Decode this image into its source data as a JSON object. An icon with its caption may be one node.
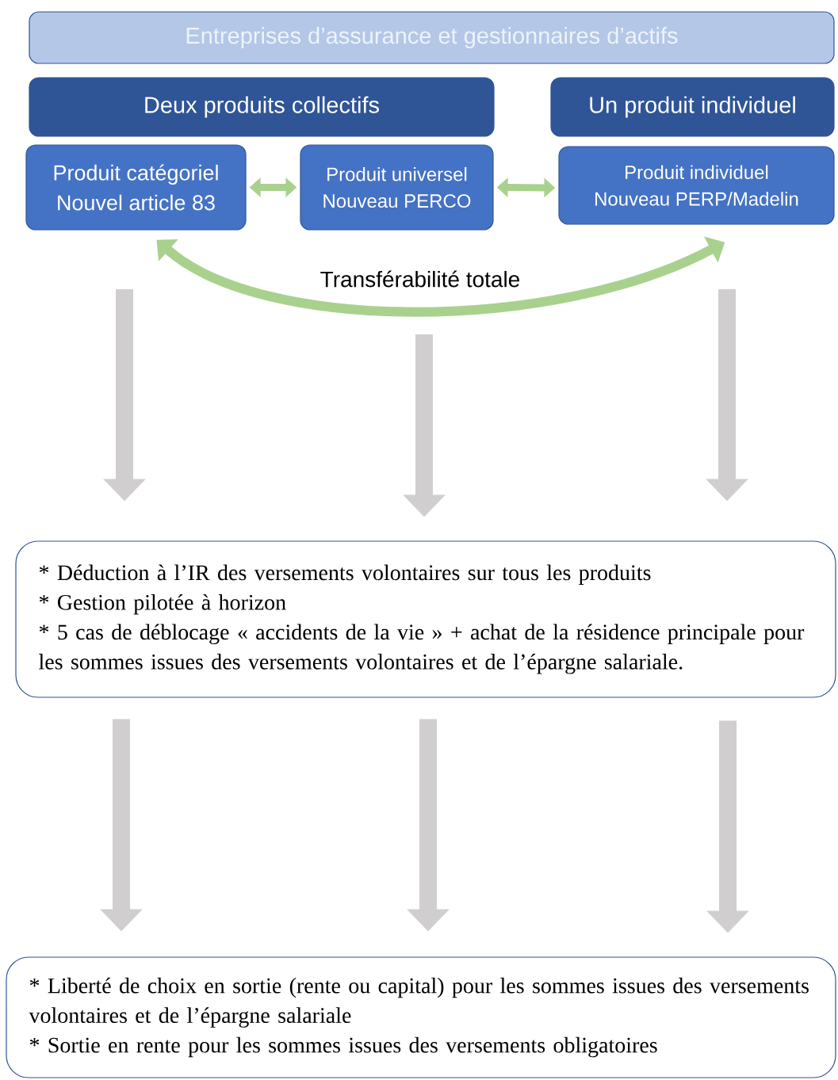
{
  "diagram": {
    "nodes": [
      {
        "text": [
          "Entreprises d’assurance et gestionnaires d’actifs"
        ]
      },
      {
        "text": [
          "Deux produits collectifs"
        ]
      },
      {
        "text": [
          "Un produit individuel"
        ]
      },
      {
        "text": [
          "Produit catégoriel",
          "Nouvel article 83"
        ]
      },
      {
        "text": [
          "Produit universel",
          "Nouveau PERCO"
        ]
      },
      {
        "text": [
          "Produit individuel",
          "Nouveau  PERP/Madelin"
        ]
      },
      {
        "text": [
          "* Déduction à l’IR des versements volontaires sur tous les produits",
          "* Gestion pilotée à horizon",
          "* 5 cas de déblocage « accidents de la vie » + achat de la résidence principale pour les sommes issues des versements volontaires et de l’épargne salariale."
        ]
      },
      {
        "text": [
          "* Liberté de choix en sortie (rente ou capital) pour les sommes issues des versements volontaires et de l’épargne salariale",
          "* Sortie en rente pour les sommes issues des versements obligatoires"
        ]
      }
    ],
    "edges": [
      {
        "from": 3,
        "to": 4,
        "arrow": "both",
        "color": "#a9d18e"
      },
      {
        "from": 4,
        "to": 5,
        "arrow": "both",
        "color": "#a9d18e"
      },
      {
        "from": 3,
        "to": 5,
        "arrow": "both",
        "color": "#a9d18e",
        "label": "Transférabilité totale"
      },
      {
        "from": null,
        "to": 6,
        "arrow": "to"
      },
      {
        "from": null,
        "to": 6,
        "arrow": "to"
      },
      {
        "from": null,
        "to": 6,
        "arrow": "to"
      },
      {
        "from": 6,
        "to": 7,
        "arrow": "to"
      },
      {
        "from": 6,
        "to": 7,
        "arrow": "to"
      },
      {
        "from": 6,
        "to": 7,
        "arrow": "to"
      }
    ]
  }
}
